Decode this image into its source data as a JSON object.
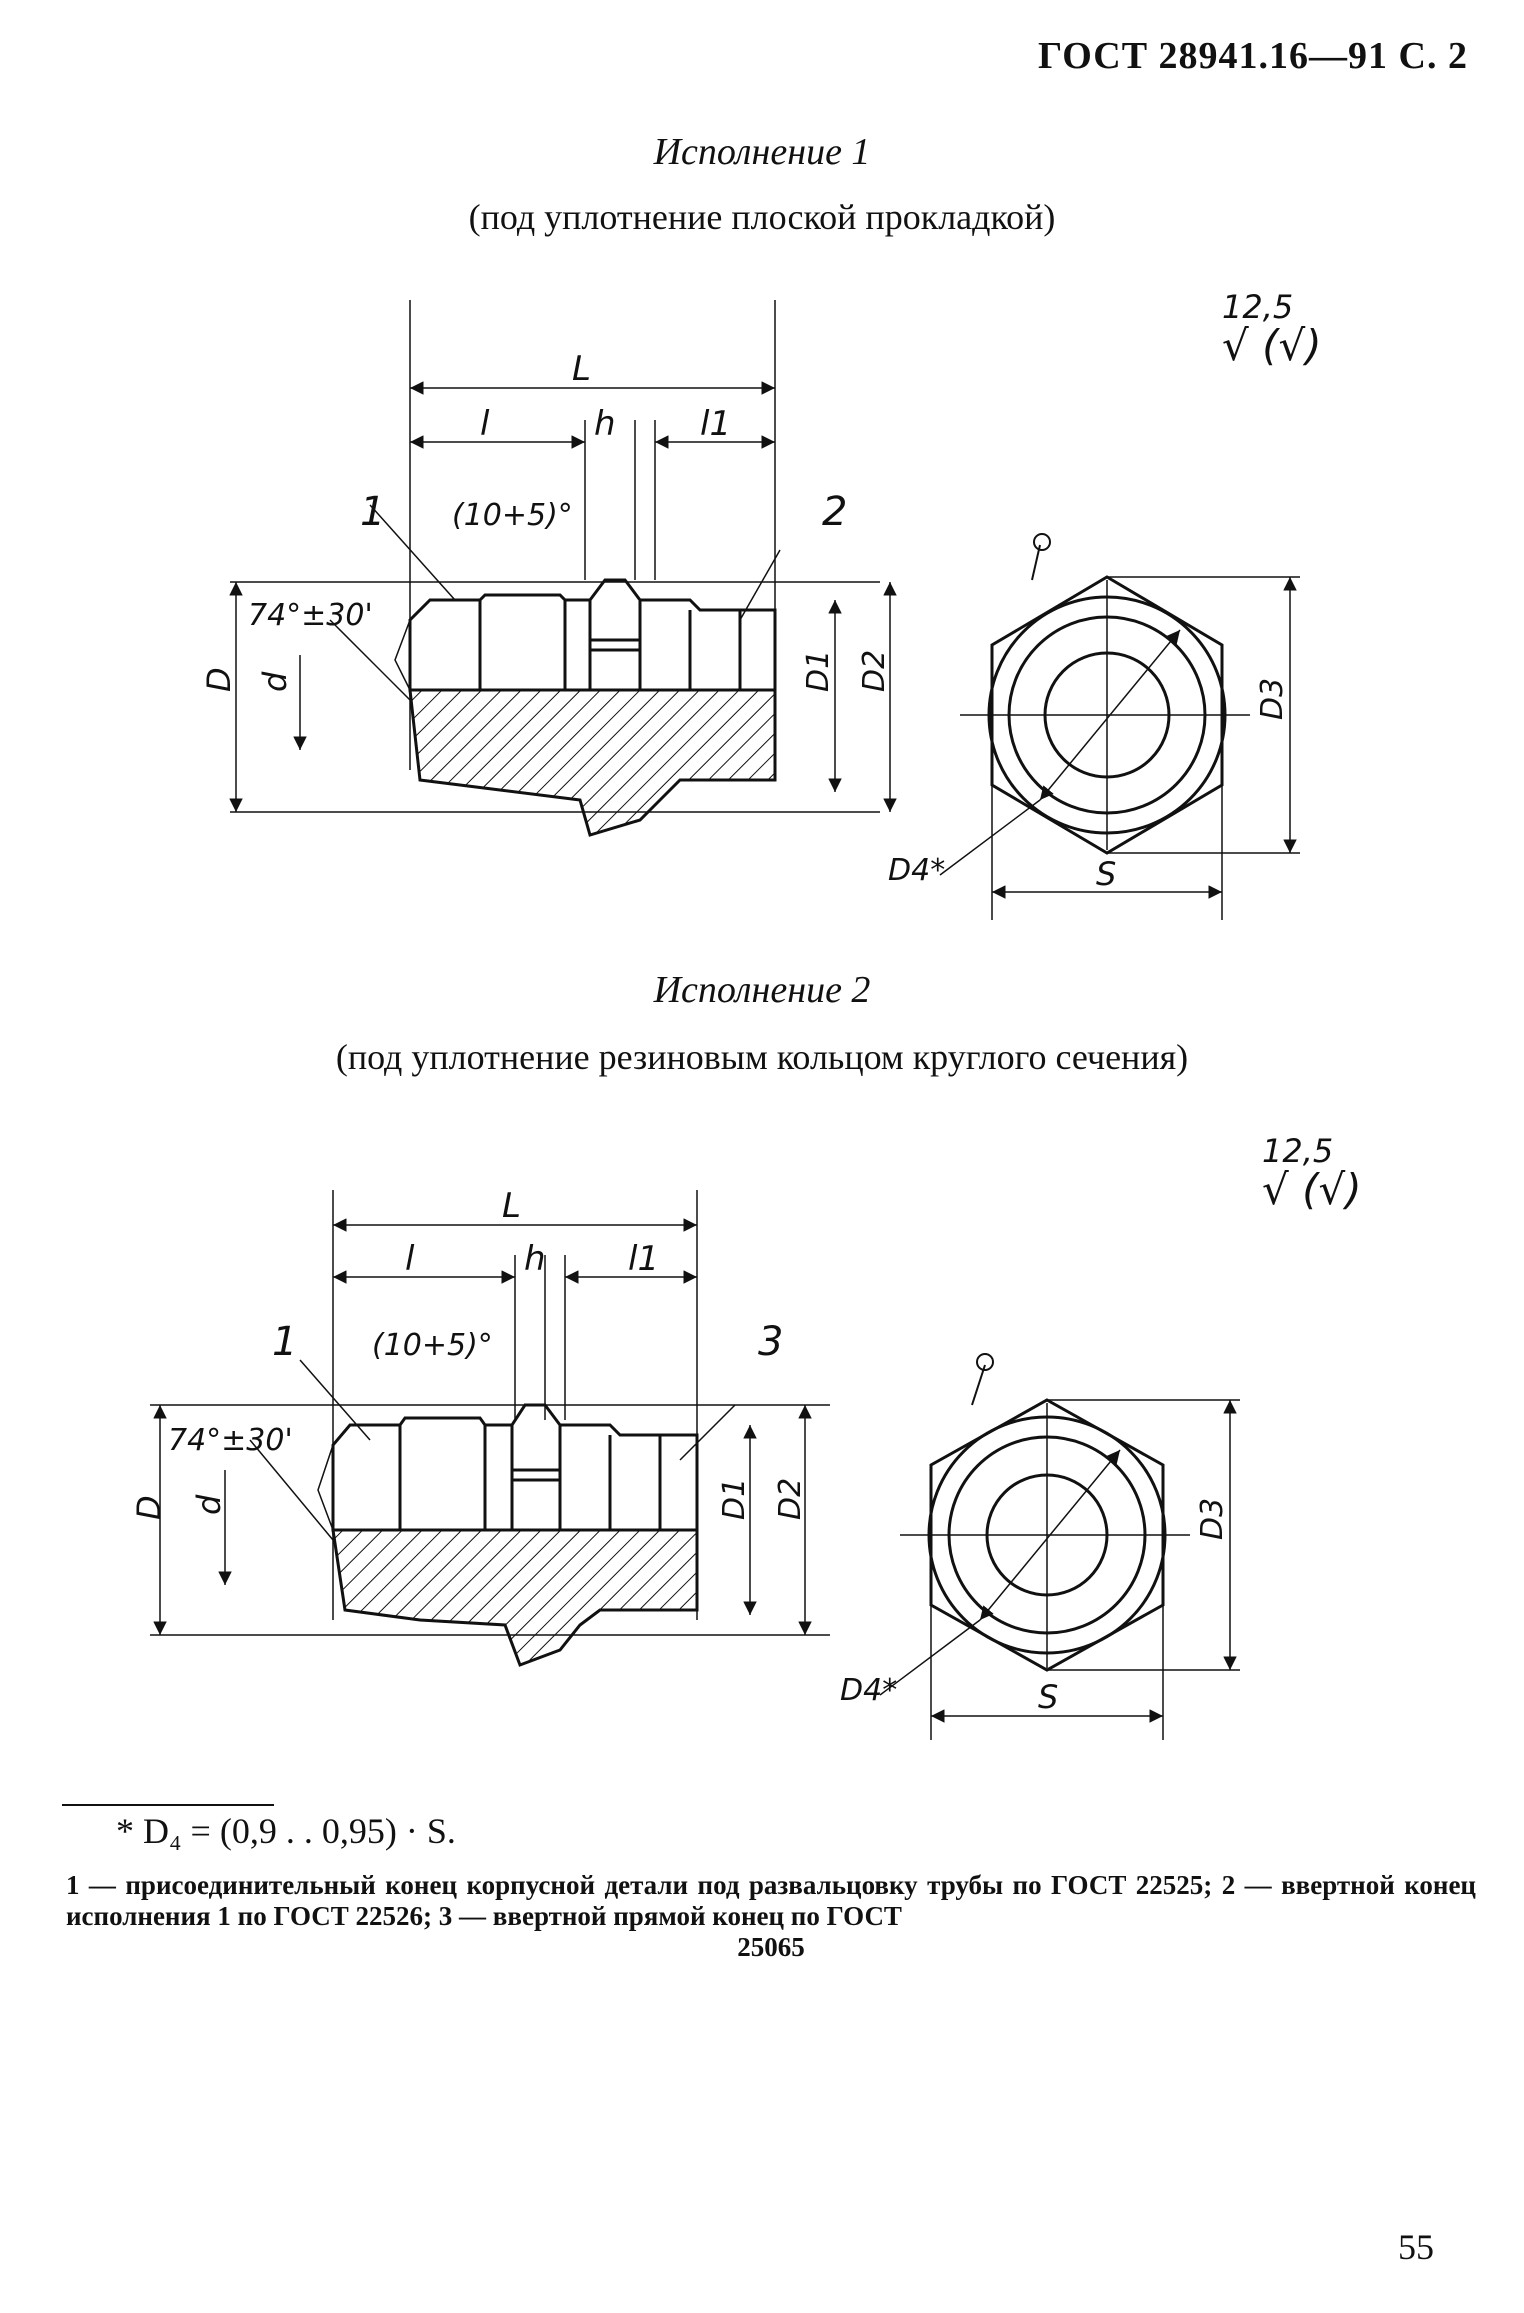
{
  "header": {
    "title": "ГОСТ 28941.16—91 С. 2"
  },
  "variant1": {
    "title": "Исполнение 1",
    "subtitle": "(под уплотнение плоской прокладкой)",
    "roughness": {
      "value": "12,5",
      "mark": "√ (√)"
    },
    "labels": {
      "L": "L",
      "l": "l",
      "h": "h",
      "l1": "l1",
      "angle": "(10+5)°",
      "part1": "1",
      "part2": "2",
      "taper": "74°±30'",
      "D": "D",
      "d": "d",
      "D1": "D1",
      "D2": "D2",
      "D3": "D3",
      "D4": "D4*",
      "S": "S"
    }
  },
  "variant2": {
    "title": "Исполнение 2",
    "subtitle": "(под уплотнение резиновым кольцом круглого сечения)",
    "roughness": {
      "value": "12,5",
      "mark": "√ (√)"
    },
    "labels": {
      "L": "L",
      "l": "l",
      "h": "h",
      "l1": "l1",
      "angle": "(10+5)°",
      "part1": "1",
      "part3": "3",
      "taper": "74°±30'",
      "D": "D",
      "d": "d",
      "D1": "D1",
      "D2": "D2",
      "D3": "D3",
      "D4": "D4*",
      "S": "S"
    }
  },
  "footnote": {
    "text": "* D₄ = (0,9 . . 0,95) · S."
  },
  "legend": {
    "text": "1 — присоединительный конец корпусной детали под развальцовку трубы по ГОСТ 22525; 2 — ввертной конец исполнения 1 по ГОСТ 22526; 3 — ввертной прямой конец по ГОСТ",
    "tail": "25065"
  },
  "page_number": "55"
}
